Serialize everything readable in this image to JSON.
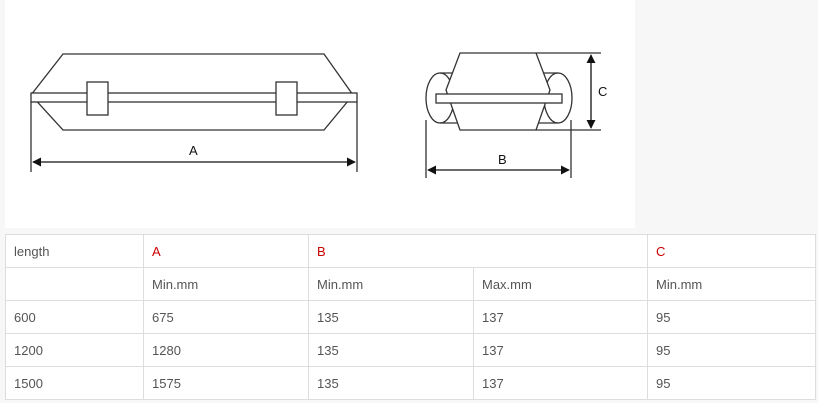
{
  "diagram": {
    "dimension_labels": {
      "a": "A",
      "b": "B",
      "c": "C"
    }
  },
  "table": {
    "header": {
      "length": "length",
      "a": "A",
      "b": "B",
      "c": "C"
    },
    "units": {
      "a_min": "Min.mm",
      "b_min": "Min.mm",
      "b_max": "Max.mm",
      "c_min": "Min.mm"
    },
    "rows": [
      {
        "length": "600",
        "a_min": "675",
        "b_min": "135",
        "b_max": "137",
        "c_min": "95"
      },
      {
        "length": "1200",
        "a_min": "1280",
        "b_min": "135",
        "b_max": "137",
        "c_min": "95"
      },
      {
        "length": "1500",
        "a_min": "1575",
        "b_min": "135",
        "b_max": "137",
        "c_min": "95"
      }
    ]
  },
  "colors": {
    "accent": "#cc0000",
    "text": "#555555",
    "border": "#dddddd"
  }
}
